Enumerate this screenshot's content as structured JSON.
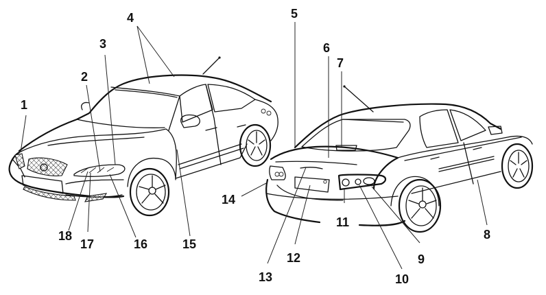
{
  "diagram": {
    "subject": "Sedan exterior, front three-quarter and rear three-quarter views",
    "callouts": [
      {
        "id": "1",
        "label": "1"
      },
      {
        "id": "2",
        "label": "2"
      },
      {
        "id": "3",
        "label": "3"
      },
      {
        "id": "4",
        "label": "4"
      },
      {
        "id": "5",
        "label": "5"
      },
      {
        "id": "6",
        "label": "6"
      },
      {
        "id": "7",
        "label": "7"
      },
      {
        "id": "8",
        "label": "8"
      },
      {
        "id": "9",
        "label": "9"
      },
      {
        "id": "10",
        "label": "10"
      },
      {
        "id": "11",
        "label": "11"
      },
      {
        "id": "12",
        "label": "12"
      },
      {
        "id": "13",
        "label": "13"
      },
      {
        "id": "14",
        "label": "14"
      },
      {
        "id": "15",
        "label": "15"
      },
      {
        "id": "16",
        "label": "16"
      },
      {
        "id": "17",
        "label": "17"
      },
      {
        "id": "18",
        "label": "18"
      }
    ]
  }
}
